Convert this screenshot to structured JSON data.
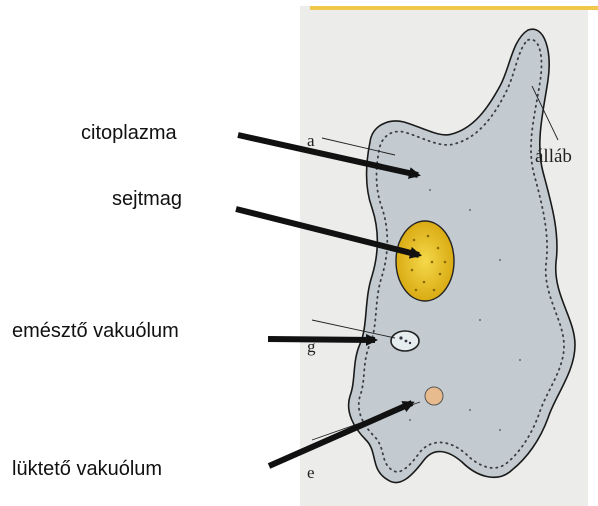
{
  "labels": {
    "citoplazma": "citoplazma",
    "sejtmag": "sejtmag",
    "emeszto": "emésztő vakuólum",
    "luktetos": "lüktető vakuólum"
  },
  "figure_letters": {
    "a": "a",
    "g": "g",
    "e": "e",
    "allab": "álláb"
  },
  "colors": {
    "photo_bg": "#ececea",
    "top_stripe": "#f2c84b",
    "amoeba_fill": "#c3cbd1",
    "nucleus": "#e8c21e",
    "food_vacuole": "#e6edee",
    "contractile_vacuole": "#e8bb8e",
    "ink": "#111111"
  }
}
